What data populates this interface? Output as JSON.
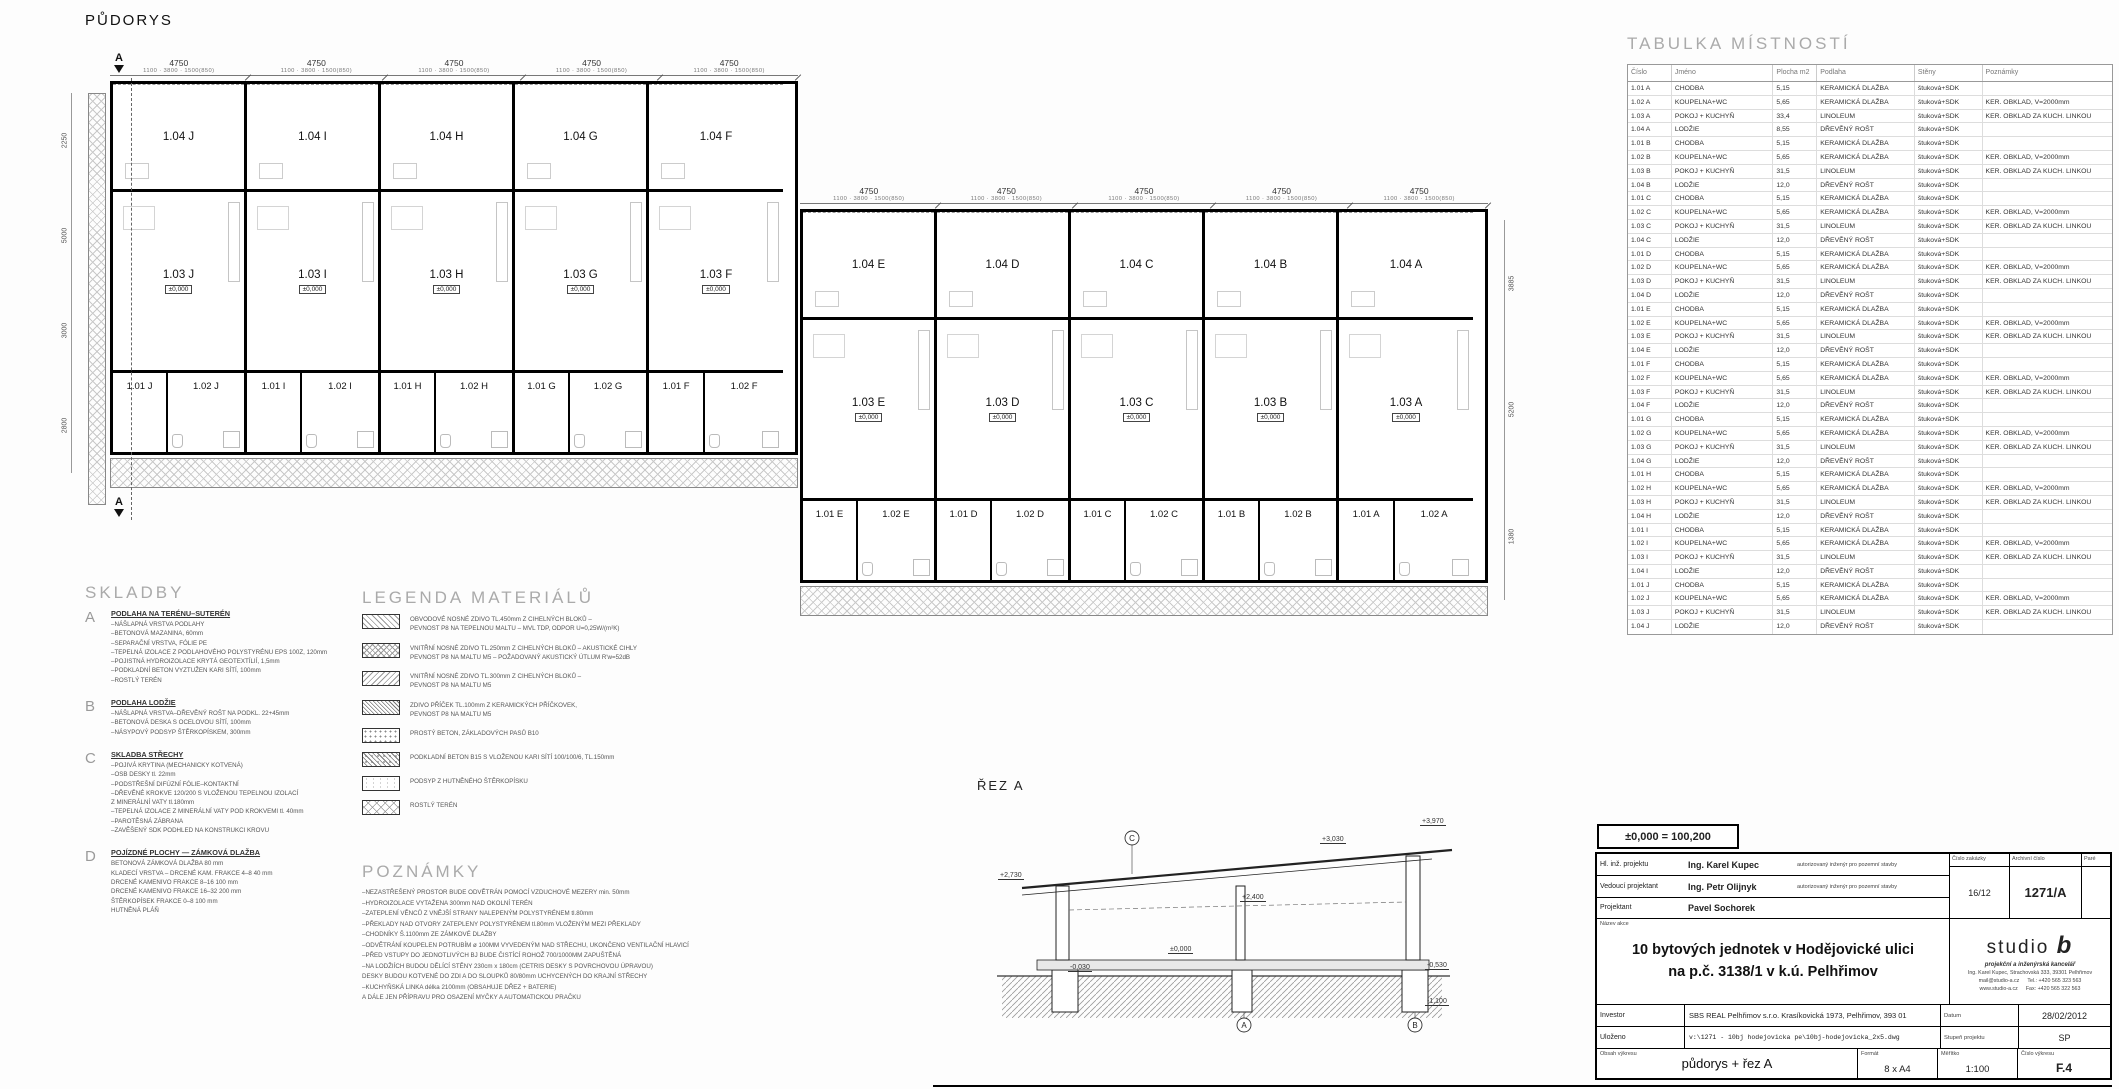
{
  "page": {
    "title": "PŮDORYS",
    "level_ref": "±0,000 = 100,200"
  },
  "plan": {
    "unit_dim": "4750",
    "sub_dims": "1100 · 3800 · 1500(850)",
    "level": "±0,000",
    "section_marker": "A",
    "left_units": [
      [
        "1.04 J",
        "1.03 J",
        "1.01 J",
        "1.02 J"
      ],
      [
        "1.04 I",
        "1.03 I",
        "1.01 I",
        "1.02 I"
      ],
      [
        "1.04 H",
        "1.03 H",
        "1.01 H",
        "1.02 H"
      ],
      [
        "1.04 G",
        "1.03 G",
        "1.01 G",
        "1.02 G"
      ],
      [
        "1.04 F",
        "1.03 F",
        "1.01 F",
        "1.02 F"
      ]
    ],
    "right_units": [
      [
        "1.04 E",
        "1.03 E",
        "1.01 E",
        "1.02 E"
      ],
      [
        "1.04 D",
        "1.03 D",
        "1.01 D",
        "1.02 D"
      ],
      [
        "1.04 C",
        "1.03 C",
        "1.01 C",
        "1.02 C"
      ],
      [
        "1.04 B",
        "1.03 B",
        "1.01 B",
        "1.02 B"
      ],
      [
        "1.04 A",
        "1.03 A",
        "1.01 A",
        "1.02 A"
      ]
    ],
    "side_dims_left": [
      "2250",
      "5000",
      "3000",
      "2800"
    ],
    "side_dims_right": [
      "3885",
      "5200",
      "1380"
    ]
  },
  "table": {
    "title": "TABULKA  MÍSTNOSTÍ",
    "headers": [
      "Číslo",
      "Jméno",
      "Plocha  m2",
      "Podlaha",
      "Stěny",
      "Poznámky"
    ],
    "rows": [
      [
        "1.01 A",
        "CHODBA",
        "5,15",
        "KERAMICKÁ DLAŽBA",
        "štuková+SDK",
        ""
      ],
      [
        "1.02 A",
        "KOUPELNA+WC",
        "5,65",
        "KERAMICKÁ DLAŽBA",
        "štuková+SDK",
        "KER. OBKLAD, V=2000mm"
      ],
      [
        "1.03 A",
        "POKOJ + KUCHYŇ",
        "33,4",
        "LINOLEUM",
        "štuková+SDK",
        "KER. OBKLAD ZA KUCH. LINKOU"
      ],
      [
        "1.04 A",
        "LODŽIE",
        "8,55",
        "DŘEVĚNÝ ROŠT",
        "štuková+SDK",
        ""
      ],
      [
        "1.01 B",
        "CHODBA",
        "5,15",
        "KERAMICKÁ DLAŽBA",
        "štuková+SDK",
        ""
      ],
      [
        "1.02 B",
        "KOUPELNA+WC",
        "5,65",
        "KERAMICKÁ DLAŽBA",
        "štuková+SDK",
        "KER. OBKLAD, V=2000mm"
      ],
      [
        "1.03 B",
        "POKOJ + KUCHYŇ",
        "31,5",
        "LINOLEUM",
        "štuková+SDK",
        "KER. OBKLAD ZA KUCH. LINKOU"
      ],
      [
        "1.04 B",
        "LODŽIE",
        "12,0",
        "DŘEVĚNÝ ROŠT",
        "štuková+SDK",
        ""
      ],
      [
        "1.01 C",
        "CHODBA",
        "5,15",
        "KERAMICKÁ DLAŽBA",
        "štuková+SDK",
        ""
      ],
      [
        "1.02 C",
        "KOUPELNA+WC",
        "5,65",
        "KERAMICKÁ DLAŽBA",
        "štuková+SDK",
        "KER. OBKLAD, V=2000mm"
      ],
      [
        "1.03 C",
        "POKOJ + KUCHYŇ",
        "31,5",
        "LINOLEUM",
        "štuková+SDK",
        "KER. OBKLAD ZA KUCH. LINKOU"
      ],
      [
        "1.04 C",
        "LODŽIE",
        "12,0",
        "DŘEVĚNÝ ROŠT",
        "štuková+SDK",
        ""
      ],
      [
        "1.01 D",
        "CHODBA",
        "5,15",
        "KERAMICKÁ DLAŽBA",
        "štuková+SDK",
        ""
      ],
      [
        "1.02 D",
        "KOUPELNA+WC",
        "5,65",
        "KERAMICKÁ DLAŽBA",
        "štuková+SDK",
        "KER. OBKLAD, V=2000mm"
      ],
      [
        "1.03 D",
        "POKOJ + KUCHYŇ",
        "31,5",
        "LINOLEUM",
        "štuková+SDK",
        "KER. OBKLAD ZA KUCH. LINKOU"
      ],
      [
        "1.04 D",
        "LODŽIE",
        "12,0",
        "DŘEVĚNÝ ROŠT",
        "štuková+SDK",
        ""
      ],
      [
        "1.01 E",
        "CHODBA",
        "5,15",
        "KERAMICKÁ DLAŽBA",
        "štuková+SDK",
        ""
      ],
      [
        "1.02 E",
        "KOUPELNA+WC",
        "5,65",
        "KERAMICKÁ DLAŽBA",
        "štuková+SDK",
        "KER. OBKLAD, V=2000mm"
      ],
      [
        "1.03 E",
        "POKOJ + KUCHYŇ",
        "31,5",
        "LINOLEUM",
        "štuková+SDK",
        "KER. OBKLAD ZA KUCH. LINKOU"
      ],
      [
        "1.04 E",
        "LODŽIE",
        "12,0",
        "DŘEVĚNÝ ROŠT",
        "štuková+SDK",
        ""
      ],
      [
        "1.01 F",
        "CHODBA",
        "5,15",
        "KERAMICKÁ DLAŽBA",
        "štuková+SDK",
        ""
      ],
      [
        "1.02 F",
        "KOUPELNA+WC",
        "5,65",
        "KERAMICKÁ DLAŽBA",
        "štuková+SDK",
        "KER. OBKLAD, V=2000mm"
      ],
      [
        "1.03 F",
        "POKOJ + KUCHYŇ",
        "31,5",
        "LINOLEUM",
        "štuková+SDK",
        "KER. OBKLAD ZA KUCH. LINKOU"
      ],
      [
        "1.04 F",
        "LODŽIE",
        "12,0",
        "DŘEVĚNÝ ROŠT",
        "štuková+SDK",
        ""
      ],
      [
        "1.01 G",
        "CHODBA",
        "5,15",
        "KERAMICKÁ DLAŽBA",
        "štuková+SDK",
        ""
      ],
      [
        "1.02 G",
        "KOUPELNA+WC",
        "5,65",
        "KERAMICKÁ DLAŽBA",
        "štuková+SDK",
        "KER. OBKLAD, V=2000mm"
      ],
      [
        "1.03 G",
        "POKOJ + KUCHYŇ",
        "31,5",
        "LINOLEUM",
        "štuková+SDK",
        "KER. OBKLAD ZA KUCH. LINKOU"
      ],
      [
        "1.04 G",
        "LODŽIE",
        "12,0",
        "DŘEVĚNÝ ROŠT",
        "štuková+SDK",
        ""
      ],
      [
        "1.01 H",
        "CHODBA",
        "5,15",
        "KERAMICKÁ DLAŽBA",
        "štuková+SDK",
        ""
      ],
      [
        "1.02 H",
        "KOUPELNA+WC",
        "5,65",
        "KERAMICKÁ DLAŽBA",
        "štuková+SDK",
        "KER. OBKLAD, V=2000mm"
      ],
      [
        "1.03 H",
        "POKOJ + KUCHYŇ",
        "31,5",
        "LINOLEUM",
        "štuková+SDK",
        "KER. OBKLAD ZA KUCH. LINKOU"
      ],
      [
        "1.04 H",
        "LODŽIE",
        "12,0",
        "DŘEVĚNÝ ROŠT",
        "štuková+SDK",
        ""
      ],
      [
        "1.01 I",
        "CHODBA",
        "5,15",
        "KERAMICKÁ DLAŽBA",
        "štuková+SDK",
        ""
      ],
      [
        "1.02 I",
        "KOUPELNA+WC",
        "5,65",
        "KERAMICKÁ DLAŽBA",
        "štuková+SDK",
        "KER. OBKLAD, V=2000mm"
      ],
      [
        "1.03 I",
        "POKOJ + KUCHYŇ",
        "31,5",
        "LINOLEUM",
        "štuková+SDK",
        "KER. OBKLAD ZA KUCH. LINKOU"
      ],
      [
        "1.04 I",
        "LODŽIE",
        "12,0",
        "DŘEVĚNÝ ROŠT",
        "štuková+SDK",
        ""
      ],
      [
        "1.01 J",
        "CHODBA",
        "5,15",
        "KERAMICKÁ DLAŽBA",
        "štuková+SDK",
        ""
      ],
      [
        "1.02 J",
        "KOUPELNA+WC",
        "5,65",
        "KERAMICKÁ DLAŽBA",
        "štuková+SDK",
        "KER. OBKLAD, V=2000mm"
      ],
      [
        "1.03 J",
        "POKOJ + KUCHYŇ",
        "31,5",
        "LINOLEUM",
        "štuková+SDK",
        "KER. OBKLAD ZA KUCH. LINKOU"
      ],
      [
        "1.04 J",
        "LODŽIE",
        "12,0",
        "DŘEVĚNÝ ROŠT",
        "štuková+SDK",
        ""
      ]
    ]
  },
  "skladby": {
    "title": "SKLADBY",
    "groups": [
      {
        "letter": "A",
        "heading": "PODLAHA NA TERÉNU–SUTERÉN",
        "lines": "–NÁŠLAPNÁ VRSTVA PODLAHY\n–BETONOVÁ MAZANINA, 60mm\n–SEPARAČNÍ VRSTVA, FÓLIE PE\n–TEPELNÁ IZOLACE Z PODLAHOVÉHO POLYSTYRÉNU EPS 100Z, 120mm\n–POJISTNÁ HYDROIZOLACE KRYTÁ GEOTEXTÍLIÍ, 1,5mm\n–PODKLADNÍ BETON VYZTUŽEN KARI SÍTÍ, 100mm\n–ROSTLÝ TERÉN"
      },
      {
        "letter": "B",
        "heading": "PODLAHA LODŽIE",
        "lines": "–NÁŠLAPNÁ VRSTVA–DŘEVĚNÝ ROŠT NA PODKL. 22+45mm\n–BETONOVÁ DESKA S OCELOVOU SÍTÍ, 100mm\n–NÁSYPOVÝ PODSYP ŠTĚRKOPÍSKEM, 300mm"
      },
      {
        "letter": "C",
        "heading": "SKLADBA STŘECHY",
        "lines": "–POJIVÁ KRYTINA (MECHANICKY KOTVENÁ)\n–OSB DESKY tl. 22mm\n–PODSTŘEŠNÍ DIFÚZNÍ FÓLIE–KONTAKTNÍ\n–DŘEVĚNÉ KROKVE 120/200 S VLOŽENOU TEPELNOU IZOLACÍ\n  Z MINERÁLNÍ VATY tl.180mm\n–TEPELNÁ IZOLACE Z MINERÁLNÍ VATY POD KROKVEMI tl. 40mm\n–PAROTĚSNÁ ZÁBRANA\n–ZAVĚŠENÝ SDK PODHLED NA KONSTRUKCI KROVU"
      },
      {
        "letter": "D",
        "heading": "POJÍZDNÉ PLOCHY — ZÁMKOVÁ DLAŽBA",
        "lines": "BETONOVÁ ZÁMKOVÁ DLAŽBA  80 mm\nKLADECÍ VRSTVA – DRCENÉ KAM. FRAKCE 4–8  40 mm\nDRCENÉ KAMENIVO  FRAKCE 8–16  100 mm\nDRCENÉ KAMENIVO  FRAKCE 16–32  200 mm\nŠTĚRKOPÍSEK  FRAKCE 0–8  100 mm\nHUTNĚNÁ PLÁŇ"
      }
    ]
  },
  "legend": {
    "title": "LEGENDA  MATERIÁLŮ",
    "items": [
      "OBVODOVÉ NOSNÉ ZDIVO TL.450mm Z CIHELNÝCH BLOKŮ –\nPEVNOST P8 NA TEPELNOU MALTU – MVL TDP, ODPOR U=0,25W/(m²K)",
      "VNITŘNÍ NOSNÉ ZDIVO TL.250mm Z CIHELNÝCH BLOKŮ – AKUSTICKÉ CIHLY\nPEVNOST P8 NA MALTU M5 – POŽADOVANÝ AKUSTICKÝ ÚTLUM R'w=52dB",
      "VNITŘNÍ NOSNÉ ZDIVO TL.300mm Z CIHELNÝCH BLOKŮ –\nPEVNOST P8 NA MALTU M5",
      "ZDIVO PŘÍČEK TL.100mm Z KERAMICKÝCH PŘÍČKOVEK,\nPEVNOST P8 NA MALTU M5",
      "PROSTÝ BETON, ZÁKLADOVÝCH PASŮ B10",
      "PODKLADNÍ BETON B15 S VLOŽENOU KARI SÍTÍ 100/100/6, TL.150mm",
      "PODSYP Z HUTNĚNÉHO ŠTĚRKOPÍSKU",
      "ROSTLÝ TERÉN"
    ]
  },
  "notes": {
    "title": "POZNÁMKY",
    "items": [
      "–NEZASTŘEŠENÝ PROSTOR BUDE ODVĚTRÁN POMOCÍ VZDUCHOVÉ MEZERY min. 50mm",
      "–HYDROIZOLACE VYTAŽENA 300mm NAD OKOLNÍ TERÉN",
      "–ZATEPLENÍ VĚNCŮ Z VNĚJŠÍ STRANY NALEPENÝM POLYSTYRÉNEM tl.80mm",
      "–PŘEKLADY NAD OTVORY ZATEPLENY POLYSTYRÉNEM tl.80mm VLOŽENÝM MEZI PŘEKLADY",
      "–CHODNÍKY Š.1100mm ZE ZÁMKOVÉ DLAŽBY",
      "–ODVĚTRÁNÍ KOUPELEN POTRUBÍM ø 100MM VYVEDENÝM NAD STŘECHU, UKONČENO VENTILAČNÍ HLAVICÍ",
      "–PŘED VSTUPY DO JEDNOTLIVÝCH BJ BUDE ČISTÍCÍ ROHOŽ 700/1000MM ZAPUŠTĚNÁ",
      "–NA LODŽIÍCH BUDOU DĚLÍCÍ STĚNY 230cm x 180cm (CETRIS DESKY S POVRCHOVOU ÚPRAVOU)\n  DESKY BUDOU KOTVENÉ DO ZDI A DO SLOUPKŮ 80/80mm UCHYCENÝCH DO KRAJNÍ STŘECHY",
      "–KUCHYŇSKÁ LINKA délka 2100mm (OBSAHUJE DŘEZ + BATERIE)\n  A DÁLE JEN PŘÍPRAVU PRO OSAZENÍ MYČKY A AUTOMATICKOU PRAČKU"
    ]
  },
  "rez": {
    "title": "ŘEZ  A",
    "levels": [
      "+3,970",
      "+3,030",
      "+2,730",
      "+2,400",
      "±0,000",
      "-0,030",
      "-0,530",
      "-1,100"
    ],
    "bubbles": [
      "A",
      "B",
      "C"
    ]
  },
  "titleblock": {
    "hl_label": "Hl. inž. projektu",
    "hl_name": "Ing. Karel Kupec",
    "hl_desc": "autorizovaný inženýr pro pozemní stavby",
    "ved_label": "Vedoucí projektant",
    "ved_name": "Ing. Petr Olijnyk",
    "ved_desc": "autorizovaný inženýr pro pozemní stavby",
    "proj_label": "Projektant",
    "proj_name": "Pavel Sochorek",
    "zakazka_label": "Číslo zakázky",
    "zakazka": "16/12",
    "archiv_label": "Archivní číslo",
    "archiv": "1271/A",
    "pare_label": "Paré",
    "akce_label": "Název akce",
    "akce_line1": "10 bytových jednotek v Hodějovické ulici",
    "akce_line2": "na p.č. 3138/1 v k.ú. Pelhřimov",
    "studio": {
      "name1": "studio",
      "name2": "b",
      "tagline": "projekční a inženýrská kancelář",
      "addr": "Ing. Karel Kupec, Strachovská 333, 39301 Pelhřimov",
      "mail": "mail@studio-a.cz",
      "tel": "Tel.: +420 565 323 563",
      "web": "www.studio-a.cz",
      "fax": "Fax: +420 565 322 563"
    },
    "investor_label": "Investor",
    "investor": "SBS REAL Pelhřimov s.r.o. Krasíkovická 1973, Pelhřimov, 393 01",
    "datum_label": "Datum",
    "datum": "28/02/2012",
    "ulozeno_label": "Uloženo",
    "ulozeno": "v:\\1271 - 10bj hodejovicka pe\\10bj-hodejovicka_2x5.dwg",
    "stupen_label": "Stupeň projektu",
    "stupen": "SP",
    "obsah_label": "Obsah výkresu",
    "obsah": "půdorys + řez A",
    "format_label": "Formát",
    "format": "8 x A4",
    "meritko_label": "Měřítko",
    "meritko": "1:100",
    "cislo_label": "Číslo výkresu",
    "cislo": "F.4"
  }
}
